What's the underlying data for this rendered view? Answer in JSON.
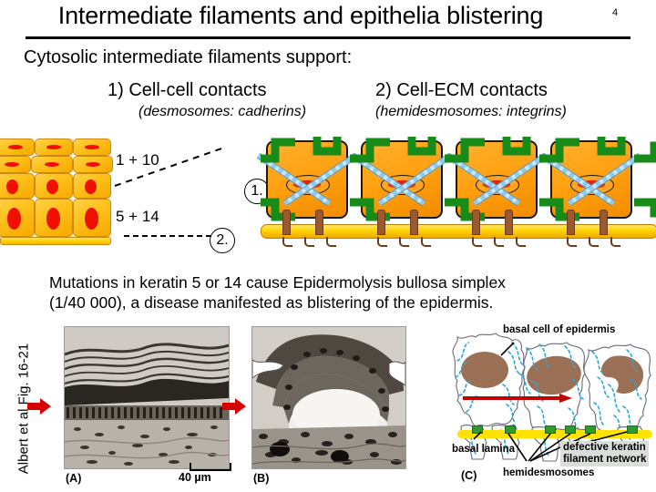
{
  "title": "Intermediate filaments and epithelia blistering",
  "slide_number": "4",
  "intro": "Cytosolic intermediate filaments support:",
  "headings": [
    {
      "label": "1) Cell-cell contacts",
      "sub": "(desmosomes: cadherins)"
    },
    {
      "label": "2) Cell-ECM contacts",
      "sub": "(hemidesmosomes: integrins)"
    }
  ],
  "keratin_pairs": {
    "suprabasal": "1 + 10",
    "basal": "5 + 14"
  },
  "markers": {
    "one": "1.",
    "two": "2."
  },
  "mutation_text": {
    "line1": "Mutations in keratin 5 or 14 cause Epidermolysis bullosa simplex",
    "line2": "(1/40 000), a disease manifested as blistering of the epidermis."
  },
  "citation": "Albert et al Fig. 16-21",
  "panels": {
    "a_label": "(A)",
    "b_label": "(B)",
    "c_label": "(C)",
    "scale_bar": "40 µm"
  },
  "panel_c_labels": {
    "top": "basal cell of epidermis",
    "lamina": "basal lamina",
    "hemidesmosomes": "hemidesmosomes",
    "defective_line1": "defective keratin",
    "defective_line2": "filament network"
  },
  "colors": {
    "cell_fill": "#ff9e0d",
    "nucleus_red": "#ee1b00",
    "desmosome_green": "#178c19",
    "filament_blue": "#8ec9ee",
    "basal_lamina_yellow": "#ffd400",
    "hemidesmosome_brown": "#9a5a2c",
    "arrow_red": "#d60000",
    "panel_c_nucleus": "#9c7055",
    "hemidesmosome_green": "#2e9b2e",
    "highlight_box": "#d9dedb"
  }
}
